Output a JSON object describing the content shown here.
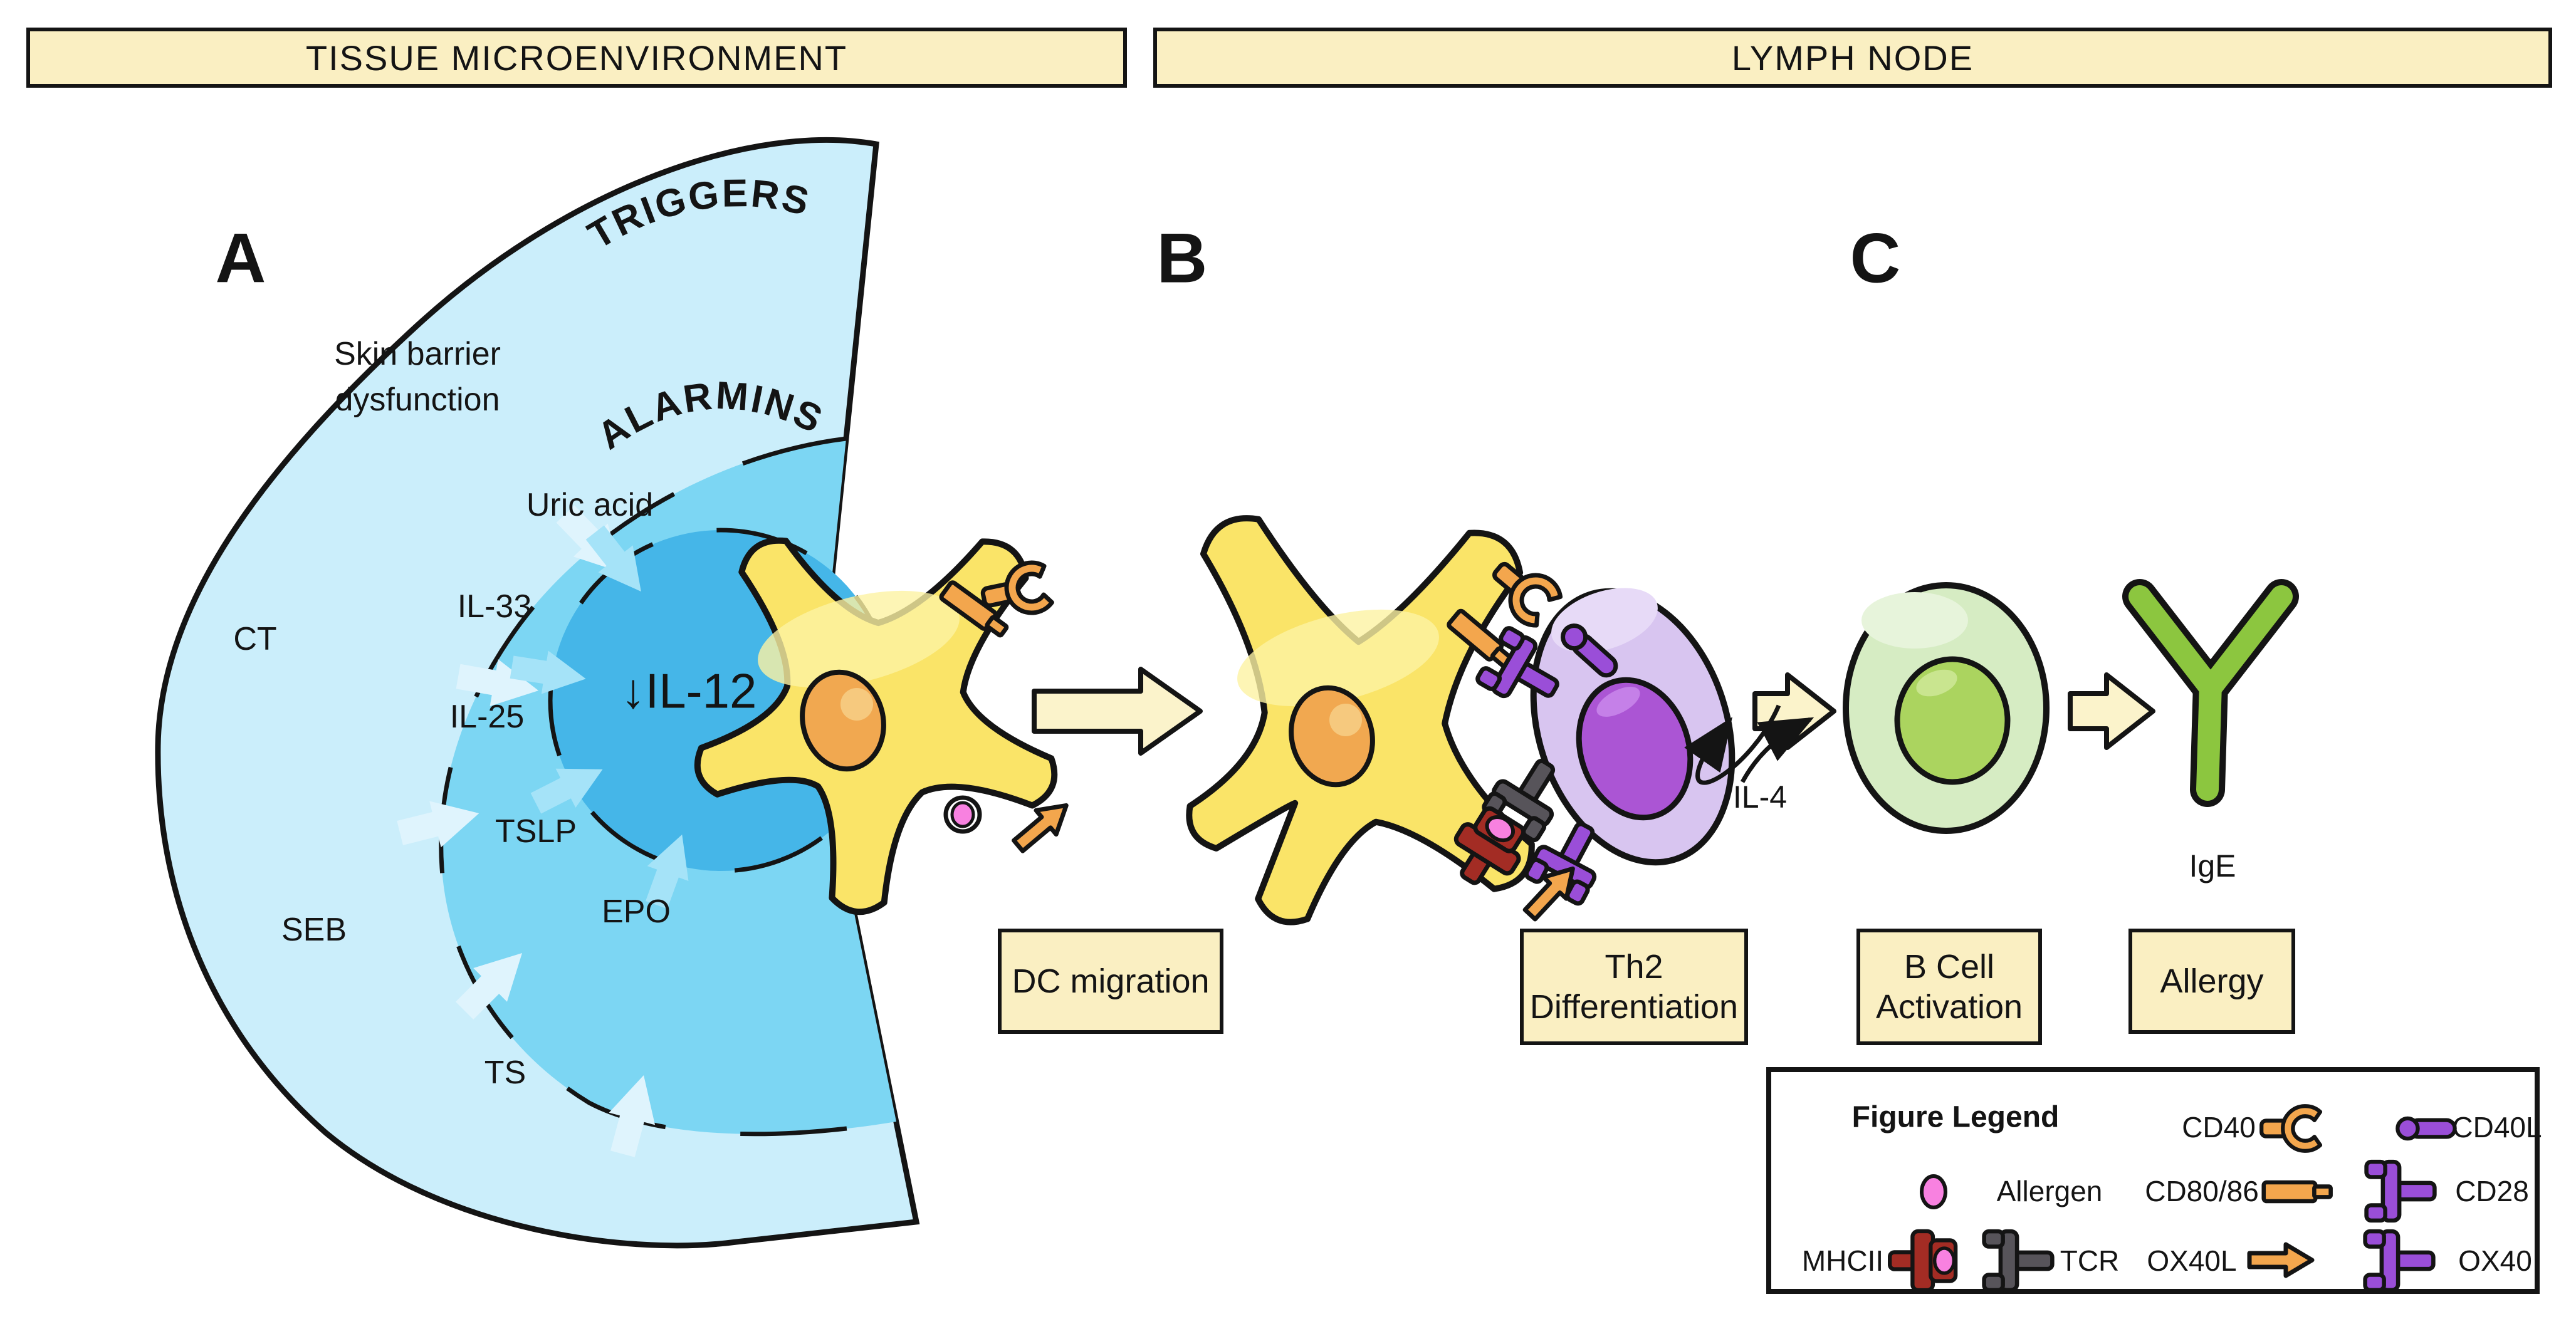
{
  "headers": {
    "left": "TISSUE MICROENVIRONMENT",
    "right": "LYMPH NODE"
  },
  "panels": {
    "a": "A",
    "b": "B",
    "c": "C"
  },
  "fan": {
    "triggers_title": "TRIGGERS",
    "alarmins_title": "ALARMINS",
    "trigger_items": {
      "skin_l1": "Skin barrier",
      "skin_l2": "dysfunction",
      "ct": "CT",
      "seb": "SEB",
      "ts": "TS"
    },
    "alarmin_items": {
      "uric": "Uric acid",
      "il33": "IL-33",
      "il25": "IL-25",
      "tslp": "TSLP",
      "epo": "EPO"
    },
    "core_label": "↓IL-12"
  },
  "steps": {
    "dc_migration": "DC migration",
    "th2_line1": "Th2",
    "th2_line2": "Differentiation",
    "bcell_line1": "B Cell",
    "bcell_line2": "Activation",
    "allergy": "Allergy"
  },
  "annotations": {
    "il4": "IL-4",
    "ige": "IgE"
  },
  "legend": {
    "title": "Figure Legend",
    "items": {
      "cd40": "CD40",
      "cd40l": "CD40L",
      "allergen": "Allergen",
      "cd8086": "CD80/86",
      "cd28": "CD28",
      "mhcii": "MHCII",
      "tcr": "TCR",
      "ox40l": "OX40L",
      "ox40": "OX40"
    }
  },
  "colors": {
    "ink": "#141414",
    "cream": "#FAEFC2",
    "cream_arrow": "#FBF3CB",
    "ring_outer": "#CBEEFB",
    "ring_middle": "#7CD6F3",
    "ring_core": "#45B6E8",
    "arrow_outer": "#DFF4FD",
    "arrow_core": "#A5E3F8",
    "dc_body": "#FAE468",
    "dc_light": "#FCF2A2",
    "dc_nucleus": "#F1A850",
    "dc_nucleus_hi": "#F6C97E",
    "th2_body": "#D8C5F0",
    "th2_hi": "#E7DAF7",
    "th2_nucleus": "#AB55D4",
    "th2_nucleus_hi": "#C580E8",
    "b_body": "#D6ECC3",
    "b_hi": "#E7F4DB",
    "b_nucleus": "#ABD45F",
    "b_nucleus_hi": "#C9E58F",
    "ige_green": "#8CC63F",
    "receptor_orange": "#F3A64D",
    "receptor_purple": "#9A4ED8",
    "receptor_red": "#A32C24",
    "receptor_gray": "#57545A",
    "allergen_pink": "#F881E0"
  }
}
